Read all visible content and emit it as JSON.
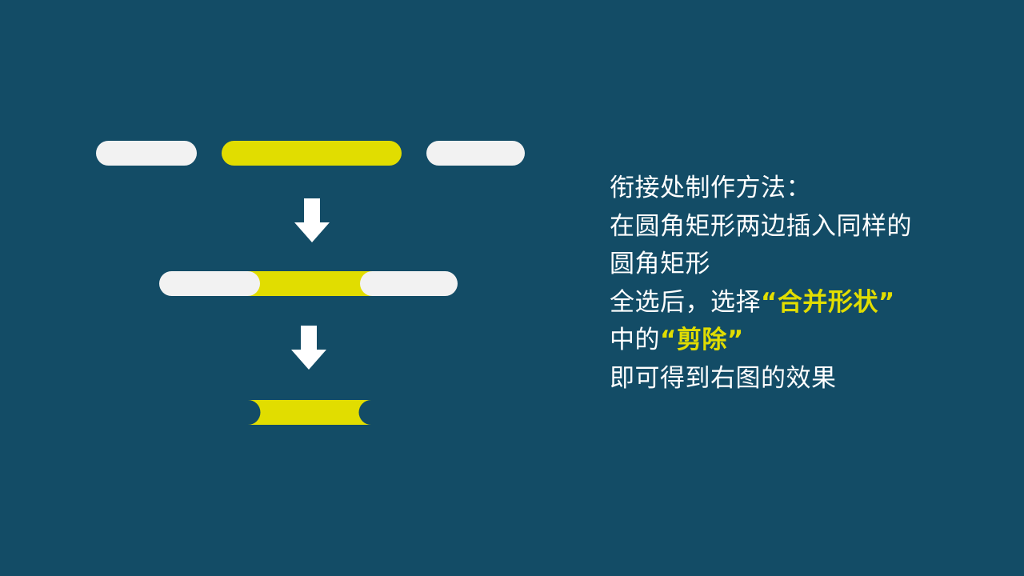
{
  "colors": {
    "background": "#134c66",
    "pill_white": "#f2f2f2",
    "pill_yellow": "#e1dd00",
    "text": "#ffffff",
    "highlight": "#e1dd00"
  },
  "icons": [
    "arrow-down-icon",
    "arrow-down-icon"
  ],
  "instructions": {
    "line1": "衔接处制作方法：",
    "line2": "在圆角矩形两边插入同样的",
    "line3": "圆角矩形",
    "line4_prefix": "全选后，选择",
    "line4_highlight": "“合并形状”",
    "line5_prefix": "中的",
    "line5_highlight": "“剪除”",
    "line6": "即可得到右图的效果"
  }
}
